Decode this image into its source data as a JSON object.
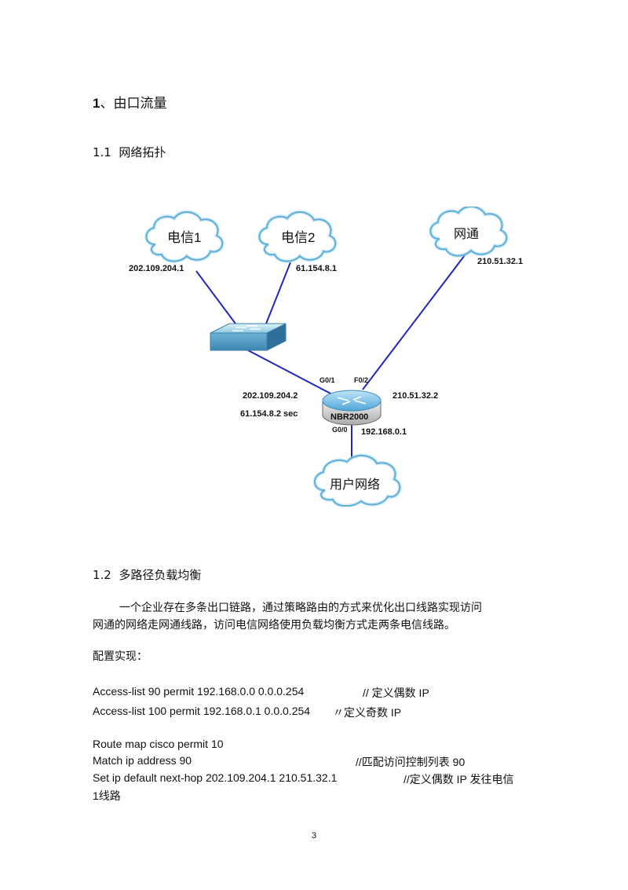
{
  "heading1": {
    "num": "1",
    "text": "、由口流量"
  },
  "section_1_1": {
    "num": "1.1",
    "title": "网络拓扑"
  },
  "diagram": {
    "cloud_telecom1": "电信1",
    "cloud_telecom2": "电信2",
    "cloud_unicom": "网通",
    "cloud_users": "用户网络",
    "ip_telecom1": "202.109.204.1",
    "ip_telecom2": "61.154.8.1",
    "ip_unicom": "210.51.32.1",
    "port_g01": "G0/1",
    "port_f02": "F0/2",
    "port_g00": "G0/0",
    "ip_router_telecom1": "202.109.204.2",
    "ip_router_telecom2": "61.154.8.2  sec",
    "ip_router_unicom": "210.51.32.2",
    "ip_router_lan": "192.168.0.1",
    "router_label": "NBR2000"
  },
  "section_1_2": {
    "num": "1.2",
    "title": "多路径负载均衡"
  },
  "paragraph": {
    "line1": "一个企业存在多条出口链路，通过策略路由的方式来优化出口线路实现访问",
    "line2": "网通的网络走网通线路，访问电信网络使用负载均衡方式走两条电信线路。"
  },
  "config_label": "配置实现：",
  "code": {
    "line1": "Access-list 90 permit 192.168.0.0 0.0.0.254",
    "comment1": "// 定义偶数  IP",
    "line2": "Access-list 100 permit 192.168.0.1 0.0.0.254",
    "comment2": "〃定义奇数  IP",
    "line3": "Route map cisco permit 10",
    "line4": "Match ip address 90",
    "comment4": "//匹配访问控制列表  90",
    "line5": "Set ip default next-hop 202.109.204.1 210.51.32.1",
    "comment5": "//定义偶数  IP 发往电信",
    "line6": "1线路"
  },
  "page_number": "3"
}
